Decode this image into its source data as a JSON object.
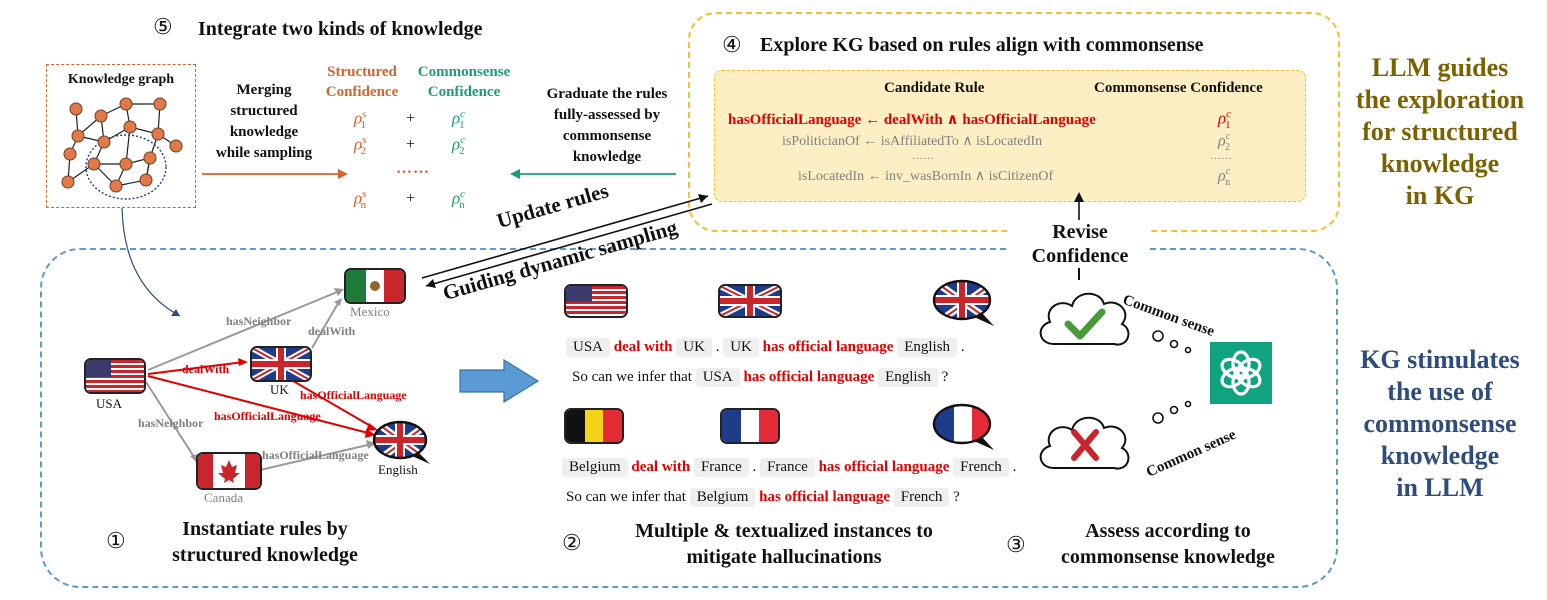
{
  "step5": {
    "num": "⑤",
    "title": "Integrate two kinds of knowledge"
  },
  "step4": {
    "num": "④",
    "title": "Explore KG based on rules align with commonsense"
  },
  "step1": {
    "num": "①",
    "line1": "Instantiate rules by",
    "line2": "structured knowledge"
  },
  "step2": {
    "num": "②",
    "line1": "Multiple & textualized instances to",
    "line2": "mitigate hallucinations"
  },
  "step3": {
    "num": "③",
    "line1": "Assess according to",
    "line2": "commonsense knowledge"
  },
  "kg_label": "Knowledge graph",
  "merging": [
    "Merging",
    "structured",
    "knowledge",
    "while sampling"
  ],
  "structured_conf": [
    "Structured",
    "Confidence"
  ],
  "commonsense_conf": [
    "Commonsense",
    "Confidence"
  ],
  "conf_rows": [
    {
      "s": "ρ",
      "ssup": "s",
      "ssub": "1",
      "plus": "+",
      "c": "ρ",
      "csup": "c",
      "csub": "1"
    },
    {
      "s": "ρ",
      "ssup": "s",
      "ssub": "2",
      "plus": "+",
      "c": "ρ",
      "csup": "c",
      "csub": "2"
    },
    {
      "s": "ρ",
      "ssup": "s",
      "ssub": "n",
      "plus": "+",
      "c": "ρ",
      "csup": "c",
      "csub": "n"
    }
  ],
  "conf_dots": "……",
  "graduate": [
    "Graduate the rules",
    "fully-assessed by",
    "commonsense",
    "knowledge"
  ],
  "rule_table": {
    "h1": "Candidate Rule",
    "h2": "Commonsense Confidence",
    "rows": [
      {
        "rule": "hasOfficialLanguage ← dealWith ∧ hasOfficialLanguage",
        "conf": "ρ",
        "sup": "c",
        "sub": "1"
      },
      {
        "rule": "isPoliticianOf ← isAffiliatedTo ∧ isLocatedIn",
        "conf": "ρ",
        "sup": "c",
        "sub": "2"
      },
      {
        "rule": "isLocatedIn ← inv_wasBornIn ∧ isCitizenOf",
        "conf": "ρ",
        "sup": "c",
        "sub": "n"
      }
    ],
    "dots": "……",
    "dots2": "……"
  },
  "side_top": [
    "LLM guides",
    "the exploration",
    "for structured",
    "knowledge",
    "in KG"
  ],
  "side_bottom": [
    "KG stimulates",
    "the use of",
    "commonsense",
    "knowledge",
    "in LLM"
  ],
  "update_rules": "Update rules",
  "guiding": "Guiding dynamic sampling",
  "revise": [
    "Revise",
    "Confidence"
  ],
  "common_sense_1": "Common sense",
  "common_sense_2": "Common sense",
  "graph": {
    "usa": "USA",
    "uk": "UK",
    "mexico": "Mexico",
    "canada": "Canada",
    "english": "English",
    "rel_neighbor1": "hasNeighbor",
    "rel_dealwith1": "dealWith",
    "rel_dealwith2": "dealWith",
    "rel_official1": "hasOfficialLanguage",
    "rel_official2": "hasOfficialLanguage",
    "rel_neighbor2": "hasNeighbor",
    "rel_official3": "hasOfficialLanguage"
  },
  "inst1": {
    "a": "USA",
    "r1": "deal with",
    "b": "UK",
    "dot1": ".",
    "c": "UK",
    "r2": "has official language",
    "d": "English",
    "dot2": ".",
    "q1": "So can we infer that",
    "qa": "USA",
    "qr": "has official language",
    "qd": "English",
    "qm": "?"
  },
  "inst2": {
    "a": "Belgium",
    "r1": "deal with",
    "b": "France",
    "dot1": ".",
    "c": "France",
    "r2": "has official language",
    "d": "French",
    "dot2": ".",
    "q1": "So can we infer that",
    "qa": "Belgium",
    "qr": "has official language",
    "qd": "French",
    "qm": "?"
  },
  "colors": {
    "orange": "#d4632c",
    "teal": "#1a9e7a",
    "gold": "#f5c02a",
    "blue": "#5a9bd0",
    "brown": "#7a6200",
    "navy": "#2e4c7c",
    "red": "#e00000",
    "gpt": "#10a37f"
  }
}
